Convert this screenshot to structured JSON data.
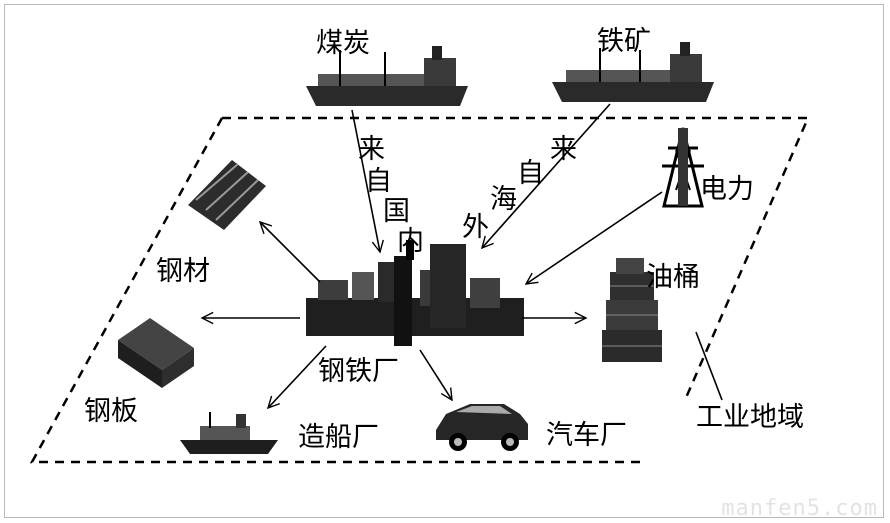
{
  "labels": {
    "coal": "煤炭",
    "iron_ore": "铁矿",
    "from_domestic": [
      "来",
      "自",
      "国",
      "内"
    ],
    "from_abroad": [
      "来",
      "自",
      "海",
      "外"
    ],
    "electricity": "电力",
    "oil_barrels": "油桶",
    "steel_material": "钢材",
    "steel_plate": "钢板",
    "steel_plant": "钢铁厂",
    "shipyard": "造船厂",
    "auto_plant": "汽车厂",
    "industrial_region": "工业地域"
  },
  "watermark": "manfen5.com"
}
